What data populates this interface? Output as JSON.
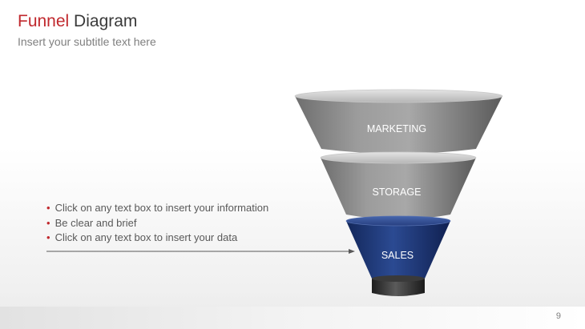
{
  "slide": {
    "title_accent": "Funnel",
    "title_rest": " Diagram",
    "subtitle": "Insert your subtitle text here",
    "page_number": "9"
  },
  "bullets": [
    "Click on any text box to insert your information",
    "Be clear and brief",
    "Click on any text box to insert your data"
  ],
  "funnel": {
    "stages": [
      {
        "label": "MARKETING",
        "color": "#8c8c8c"
      },
      {
        "label": "STORAGE",
        "color": "#9a9a9a"
      },
      {
        "label": "SALES",
        "color": "#1f3a7a"
      }
    ],
    "bullet_color": "#c0282d",
    "accent_color": "#c0282d"
  }
}
